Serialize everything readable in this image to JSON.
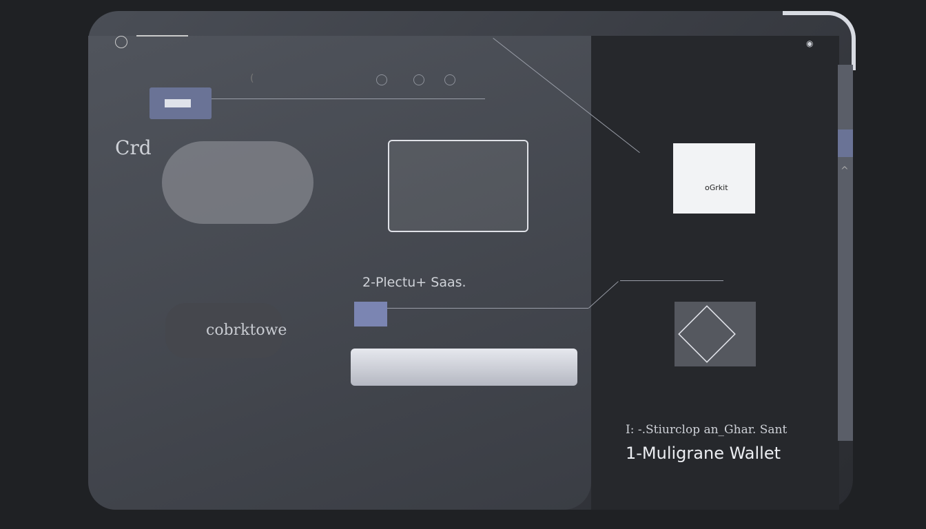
{
  "header": {
    "icons": [
      "settings-icon",
      "eye-icon"
    ],
    "status_icons": [
      "bracket-icon",
      "lock-icon",
      "timer-icon",
      "circle-icon"
    ]
  },
  "left": {
    "heading": "Crd",
    "cloud_label": "cobrktowe"
  },
  "center": {
    "step_label": "2-Plectu+ Saas."
  },
  "right": {
    "subtitle": "I: -.Stiurclop an_Ghar. Sant",
    "title": "1-Muligrane Wallet",
    "qr_label": "oGrkit"
  },
  "colors": {
    "accent": "#6a7396",
    "panel": "#3f4249",
    "background": "#1f2124"
  }
}
